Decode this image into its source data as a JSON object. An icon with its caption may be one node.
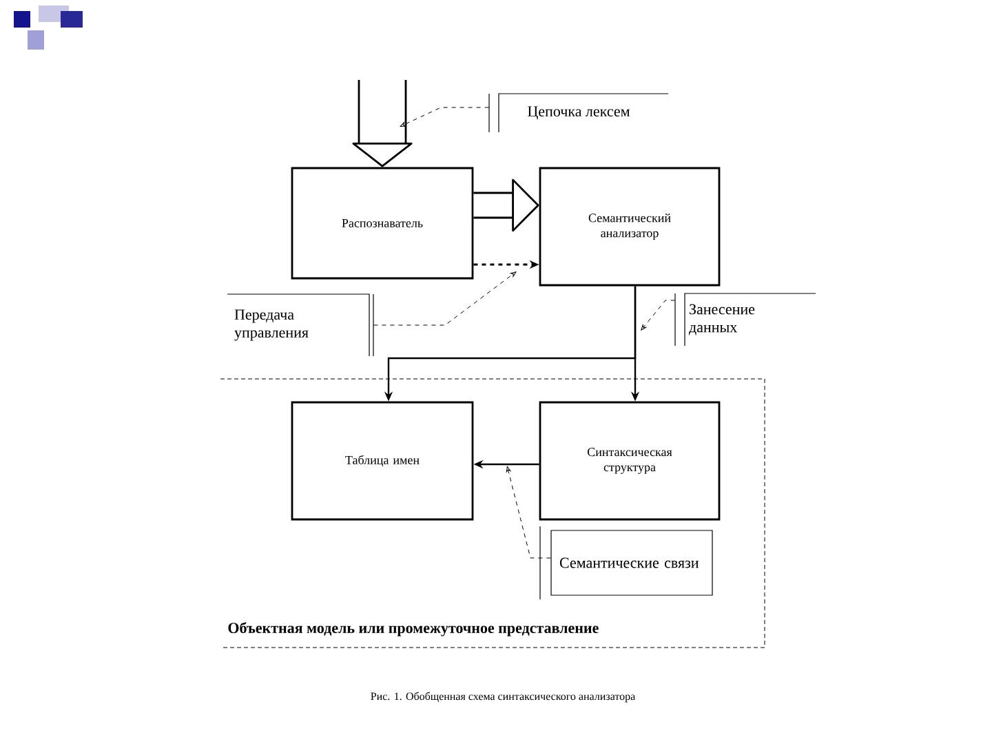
{
  "diagram": {
    "caption": "Рис. 1.    Обобщенная схема синтаксического анализатора",
    "nodes": [
      {
        "text": [
          "Цепочка лексем"
        ]
      },
      {
        "text": [
          "Распознаватель"
        ]
      },
      {
        "text": [
          "Семантический анализатор"
        ]
      },
      {
        "text": [
          "Передача управления"
        ]
      },
      {
        "text": [
          "Занесение данных"
        ]
      },
      {
        "text": [
          "Объектная модель или промежуточное представление"
        ]
      },
      {
        "text": [
          "Таблица имен"
        ],
        "in": 5
      },
      {
        "text": [
          "Синтаксическая структура"
        ],
        "in": 5
      },
      {
        "text": [
          "Семантические связи"
        ],
        "in": 5
      }
    ],
    "edges": [
      {
        "from": null,
        "to": 1,
        "arrow": "to",
        "style": "thick"
      },
      {
        "from": 0,
        "to": null,
        "arrow": "to",
        "style": "dashed"
      },
      {
        "from": 1,
        "to": 2,
        "arrow": "to",
        "style": "thick"
      },
      {
        "from": 1,
        "to": 2,
        "arrow": "to",
        "style": "dashed"
      },
      {
        "from": 3,
        "to": null,
        "arrow": "to",
        "style": "dashed"
      },
      {
        "from": 2,
        "to": 6,
        "arrow": "to"
      },
      {
        "from": 2,
        "to": 7,
        "arrow": "to"
      },
      {
        "from": 4,
        "to": null,
        "arrow": "to",
        "style": "dashed"
      },
      {
        "from": 7,
        "to": 6,
        "arrow": "to"
      },
      {
        "from": 8,
        "to": null,
        "arrow": "to",
        "style": "dashed"
      }
    ]
  }
}
